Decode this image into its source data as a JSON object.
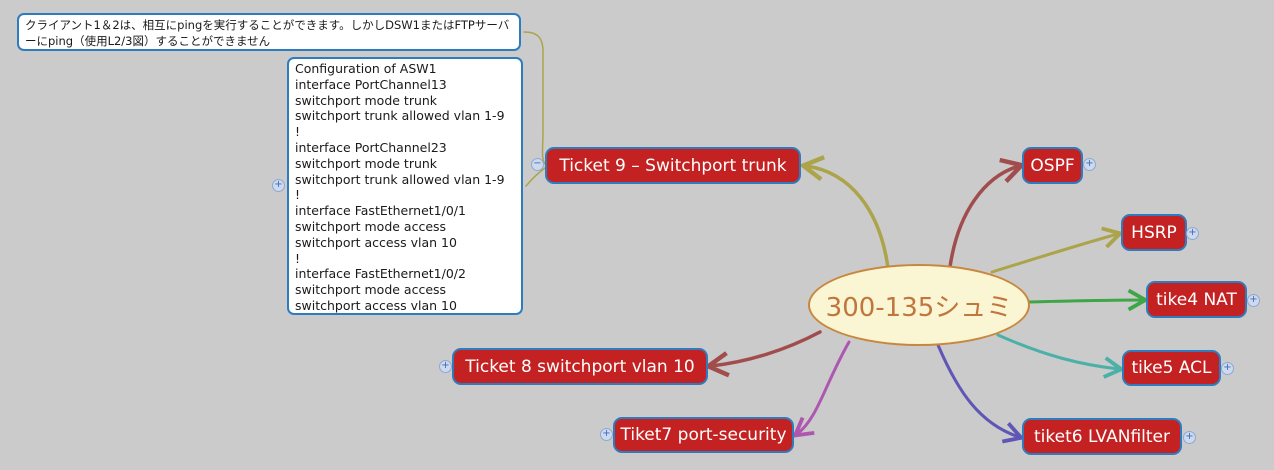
{
  "colors": {
    "background": "#cbcbcb",
    "node_fill": "#c42222",
    "node_border": "#2e7cbe",
    "node_text": "#ffffff",
    "root_fill": "#faf5d2",
    "root_border": "#c8873e",
    "root_text": "#c0763c",
    "note_fill": "#ffffff",
    "note_border": "#2e7cbe",
    "note_text": "#1a1a1a",
    "edge_olive": "#aba44b",
    "edge_maroon": "#a14d4d",
    "edge_green": "#3fa647",
    "edge_teal": "#4bb0a8",
    "edge_purple": "#5f56b5",
    "edge_magenta": "#ae57b0",
    "fold_fill": "#ccd9ee",
    "fold_border": "#8fa8cf",
    "fold_symbol": "#3f6ab5"
  },
  "root": {
    "label": "300-135シュミ"
  },
  "nodes": {
    "ticket9": {
      "label": "Ticket 9 – Switchport trunk",
      "fold": "−"
    },
    "ospf": {
      "label": "OSPF",
      "fold": "+"
    },
    "hsrp": {
      "label": "HSRP",
      "fold": "+"
    },
    "tike4": {
      "label": "tike4 NAT",
      "fold": "+"
    },
    "tike5": {
      "label": "tike5 ACL",
      "fold": "+"
    },
    "tiket6": {
      "label": "tiket6 LVANfilter",
      "fold": "+"
    },
    "ticket8": {
      "label": "Ticket 8 switchport vlan 10",
      "fold": "+"
    },
    "tiket7": {
      "label": "Tiket7 port-security",
      "fold": "+"
    }
  },
  "notes": {
    "ping": {
      "text": "クライアント1＆2は、相互にpingを実行することができます。しかしDSW1またはFTPサーバーにping（使用L2/3図）することができません"
    },
    "config": {
      "fold": "+",
      "text": "Configuration of ASW1\ninterface PortChannel13\nswitchport mode trunk\nswitchport trunk allowed vlan 1-9\n!\ninterface PortChannel23\nswitchport mode trunk\nswitchport trunk allowed vlan 1-9\n!\ninterface FastEthernet1/0/1\nswitchport mode access\nswitchport access vlan 10\n!\ninterface FastEthernet1/0/2\nswitchport mode access\nswitchport access vlan 10"
    }
  }
}
